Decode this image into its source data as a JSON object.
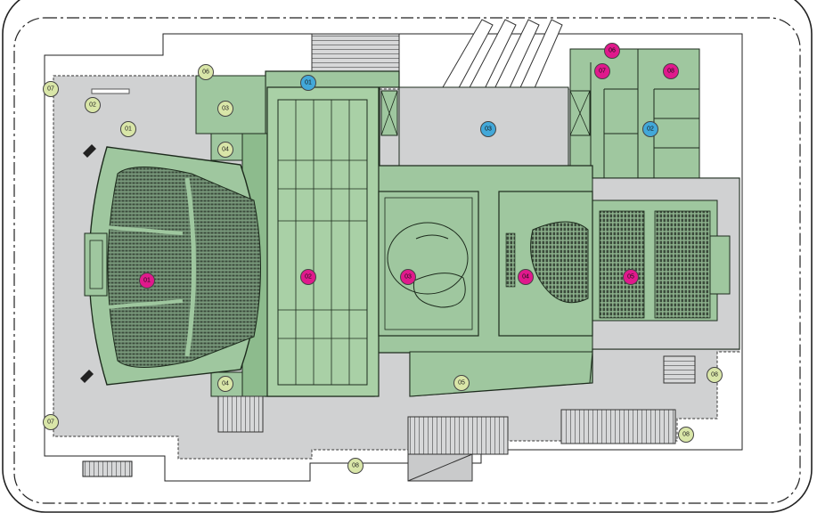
{
  "plan": {
    "colors": {
      "background": "#ffffff",
      "paving": "#d0d1d2",
      "building": "#9fc79f",
      "building_dark": "#7fae84",
      "stage": "#a9d0a6",
      "seating": "#40503f",
      "line": "#1d2b1d",
      "marker_outdoor": "#d9e6a8",
      "marker_service": "#42a8d9",
      "marker_venue": "#e0198c"
    },
    "markers": [
      {
        "id": "outdoor-07a",
        "label": "07",
        "kind": "outdoor"
      },
      {
        "id": "outdoor-02",
        "label": "02",
        "kind": "outdoor"
      },
      {
        "id": "outdoor-01",
        "label": "01",
        "kind": "outdoor"
      },
      {
        "id": "outdoor-06",
        "label": "06",
        "kind": "outdoor"
      },
      {
        "id": "outdoor-03",
        "label": "03",
        "kind": "outdoor"
      },
      {
        "id": "outdoor-04a",
        "label": "04",
        "kind": "outdoor"
      },
      {
        "id": "outdoor-04b",
        "label": "04",
        "kind": "outdoor"
      },
      {
        "id": "outdoor-05",
        "label": "05",
        "kind": "outdoor"
      },
      {
        "id": "outdoor-07b",
        "label": "07",
        "kind": "outdoor"
      },
      {
        "id": "outdoor-08a",
        "label": "08",
        "kind": "outdoor"
      },
      {
        "id": "outdoor-08b",
        "label": "08",
        "kind": "outdoor"
      },
      {
        "id": "outdoor-08c",
        "label": "08",
        "kind": "outdoor"
      },
      {
        "id": "service-01",
        "label": "01",
        "kind": "service"
      },
      {
        "id": "service-03",
        "label": "03",
        "kind": "service"
      },
      {
        "id": "service-02",
        "label": "02",
        "kind": "service"
      },
      {
        "id": "venue-01",
        "label": "01",
        "kind": "venue"
      },
      {
        "id": "venue-02",
        "label": "02",
        "kind": "venue"
      },
      {
        "id": "venue-03",
        "label": "03",
        "kind": "venue"
      },
      {
        "id": "venue-04",
        "label": "04",
        "kind": "venue"
      },
      {
        "id": "venue-05",
        "label": "05",
        "kind": "venue"
      },
      {
        "id": "venue-06",
        "label": "06",
        "kind": "venue"
      },
      {
        "id": "venue-07",
        "label": "07",
        "kind": "venue"
      },
      {
        "id": "venue-08",
        "label": "08",
        "kind": "venue"
      }
    ]
  }
}
